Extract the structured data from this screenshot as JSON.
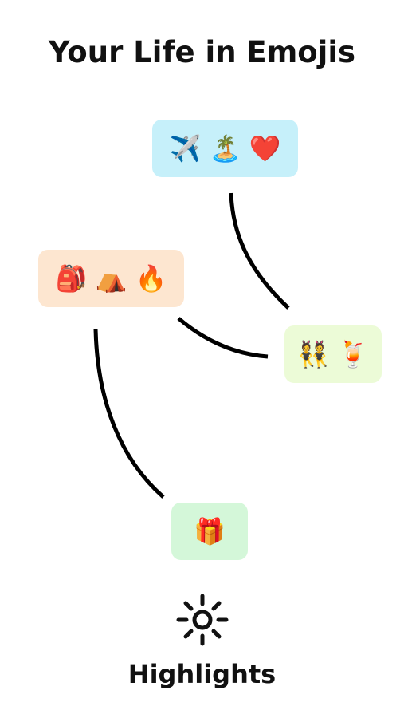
{
  "title": "Your Life in Emojis",
  "nodes": {
    "travel": {
      "emojis": "✈️ 🏝️ ❤️",
      "color": "#c6f0fa"
    },
    "camping": {
      "emojis": "🎒 ⛺ 🔥",
      "color": "#fde6d0"
    },
    "party": {
      "emojis": "👯 🍹",
      "color": "#ecfbd7"
    },
    "gift": {
      "emojis": "🎁",
      "color": "#d4f7d9"
    }
  },
  "edges": [
    {
      "from": "travel",
      "to": "party"
    },
    {
      "from": "camping",
      "to": "party"
    },
    {
      "from": "camping",
      "to": "gift"
    }
  ],
  "footer": {
    "icon": "sun-icon",
    "label": "Highlights"
  }
}
